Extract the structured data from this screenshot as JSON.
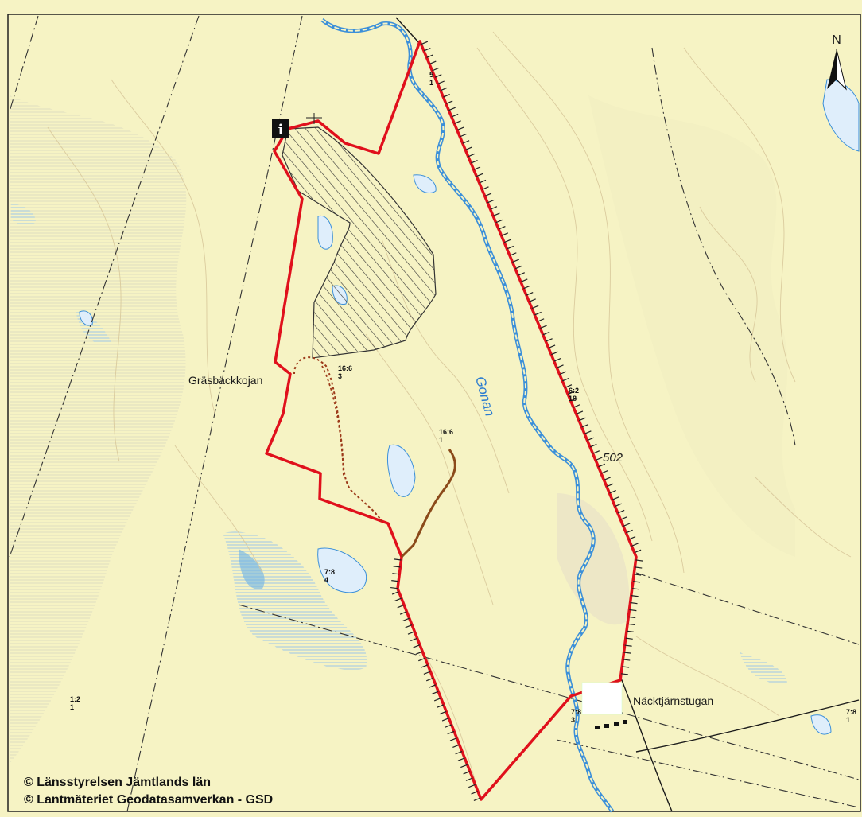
{
  "map": {
    "north_label": "N",
    "place_names": {
      "grasbackkojan": "Gräsbäckkojan",
      "nacktjarnstugan": "Näcktjärnstugan",
      "river": "Gonan",
      "elevation": "502"
    },
    "codes": {
      "c5_1": "5\n1",
      "c16_6_3": "16:6\n3",
      "c16_6_1": "16:6\n1",
      "c6_2_18": "6:2\n18",
      "c7_8_4": "7:8\n4",
      "c7_8_3": "7:8\n3",
      "c7_8_1": "7:8\n1",
      "c1_2_1": "1:2\n1"
    },
    "copyright": [
      "© Länsstyrelsen Jämtlands län",
      "© Lantmäteriet Geodatasamverkan - GSD"
    ],
    "icons": {
      "info": "info-icon",
      "north_arrow": "north-arrow-icon"
    },
    "colors": {
      "land": "#f6f3c4",
      "boundary": "#e0101c",
      "water": "#3b8fd9",
      "trail_brown": "#8b4a1a",
      "trail_dotted": "#9c3a1a"
    }
  }
}
